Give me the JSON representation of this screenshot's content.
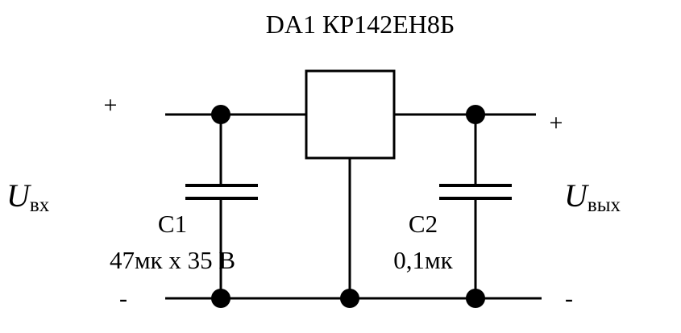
{
  "title": "DA1 КР142ЕН8Б",
  "input": {
    "plus": "+",
    "minus": "-",
    "voltage_symbol": "U",
    "voltage_subscript": "вх"
  },
  "output": {
    "plus": "+",
    "minus": "-",
    "voltage_symbol": "U",
    "voltage_subscript": "вых"
  },
  "c1": {
    "designator": "C1",
    "value": "47мк х 35 В"
  },
  "c2": {
    "designator": "C2",
    "value": "0,1мк"
  },
  "colors": {
    "ink": "#000000",
    "background": "#ffffff"
  }
}
